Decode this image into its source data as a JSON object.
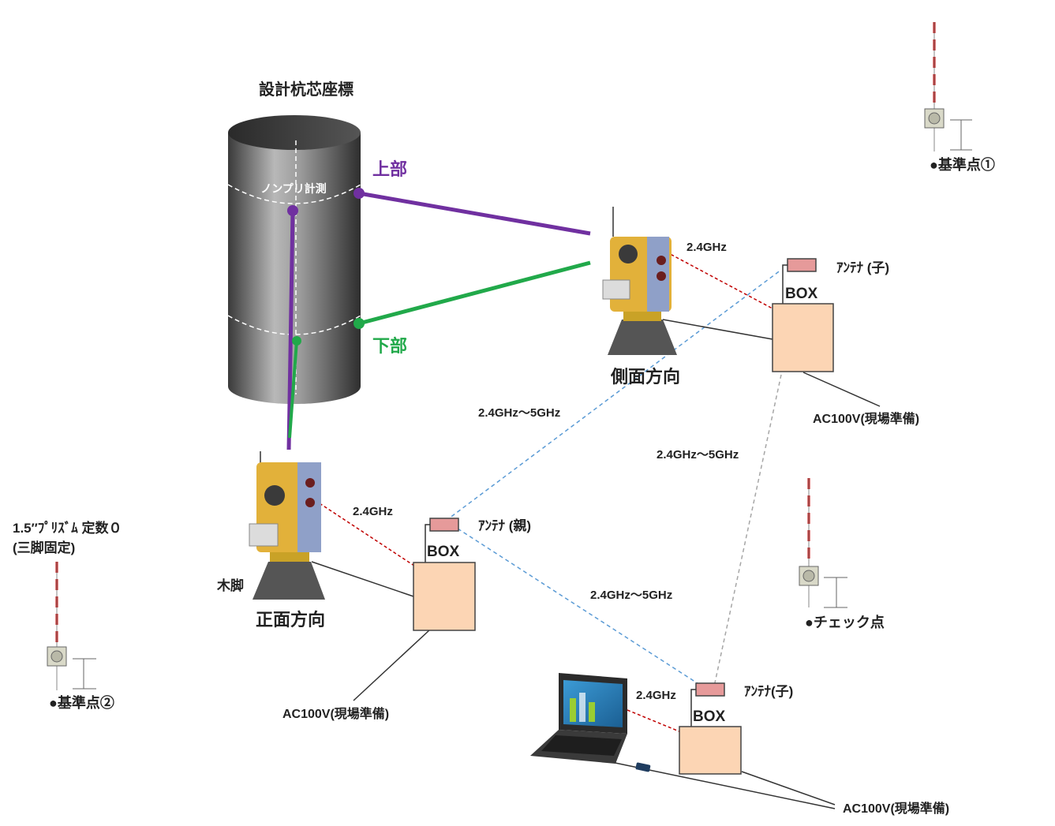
{
  "title": "設計杭芯座標",
  "pile": {
    "nonprism": "ノンプリ計測",
    "upper": "上部",
    "lower": "下部"
  },
  "stations": {
    "side": "側面方向",
    "front": "正面方向",
    "tripod": "木脚"
  },
  "links": {
    "ghz_side": "2.4GHz",
    "ghz_front": "2.4GHz",
    "ghz_pc": "2.4GHz",
    "band_1": "2.4GHz〜5GHz",
    "band_2": "2.4GHz〜5GHz",
    "band_3": "2.4GHz〜5GHz"
  },
  "boxes": {
    "label_1": "BOX",
    "label_2": "BOX",
    "label_3": "BOX"
  },
  "antennas": {
    "child_1": "ｱﾝﾃﾅ (子)",
    "parent": "ｱﾝﾃﾅ (親)",
    "child_2": "ｱﾝﾃﾅ(子)"
  },
  "power": {
    "p1": "AC100V(現場準備)",
    "p2": "AC100V(現場準備)",
    "p3": "AC100V(現場準備)"
  },
  "points": {
    "ref1": "●基準点①",
    "ref2": "●基準点②",
    "check": "●チェック点"
  },
  "prism": {
    "line1": "1.5″ﾌﾟﾘｽﾞﾑ 定数０",
    "line2": "(三脚固定)"
  },
  "colors": {
    "upper": "#7030a0",
    "lower": "#21a94a",
    "box_fill": "#fcd5b4",
    "antenna_fill": "#e69a9a"
  }
}
